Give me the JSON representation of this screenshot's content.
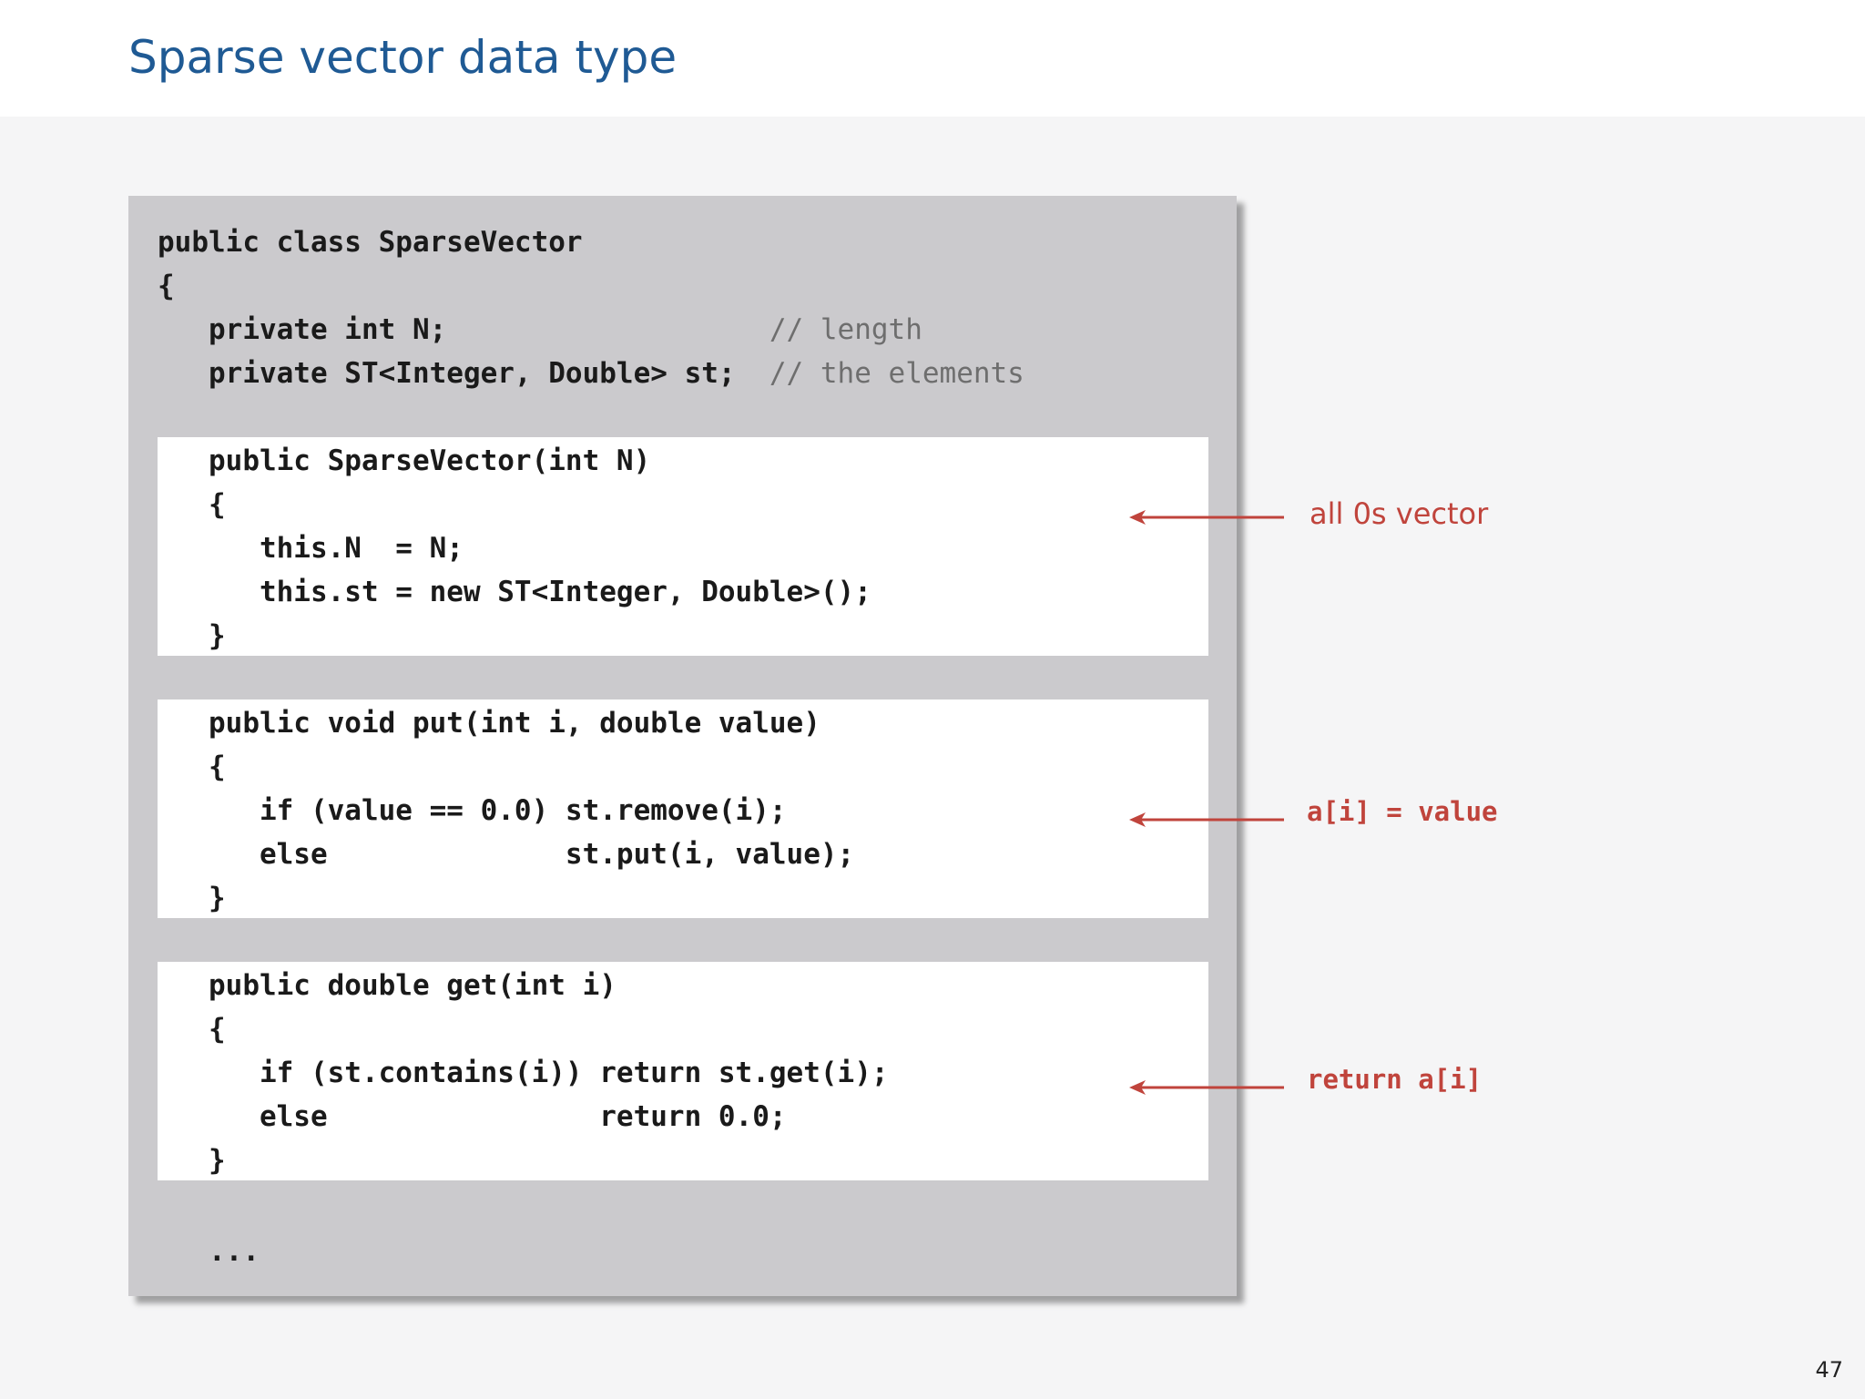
{
  "title": "Sparse vector data type",
  "code": {
    "header": [
      "public class SparseVector",
      "{"
    ],
    "fields": [
      {
        "code": "   private int N;",
        "pad": "                   ",
        "comment": "// length"
      },
      {
        "code": "   private ST<Integer, Double> st;",
        "pad": "  ",
        "comment": "// the elements"
      }
    ],
    "constructor": [
      "   public SparseVector(int N)",
      "   {",
      "      this.N  = N;",
      "      this.st = new ST<Integer, Double>();",
      "   }"
    ],
    "put": [
      "   public void put(int i, double value)",
      "   {",
      "      if (value == 0.0) st.remove(i);",
      "      else              st.put(i, value);",
      "   }"
    ],
    "get": [
      "   public double get(int i)",
      "   {",
      "      if (st.contains(i)) return st.get(i);",
      "      else                return 0.0;",
      "   }"
    ],
    "ellipsis": "   ..."
  },
  "annotations": {
    "constructor": "all 0s vector",
    "put": "a[i] = value",
    "get": "return a[i]",
    "color": "#c0443c"
  },
  "page_number": "47"
}
